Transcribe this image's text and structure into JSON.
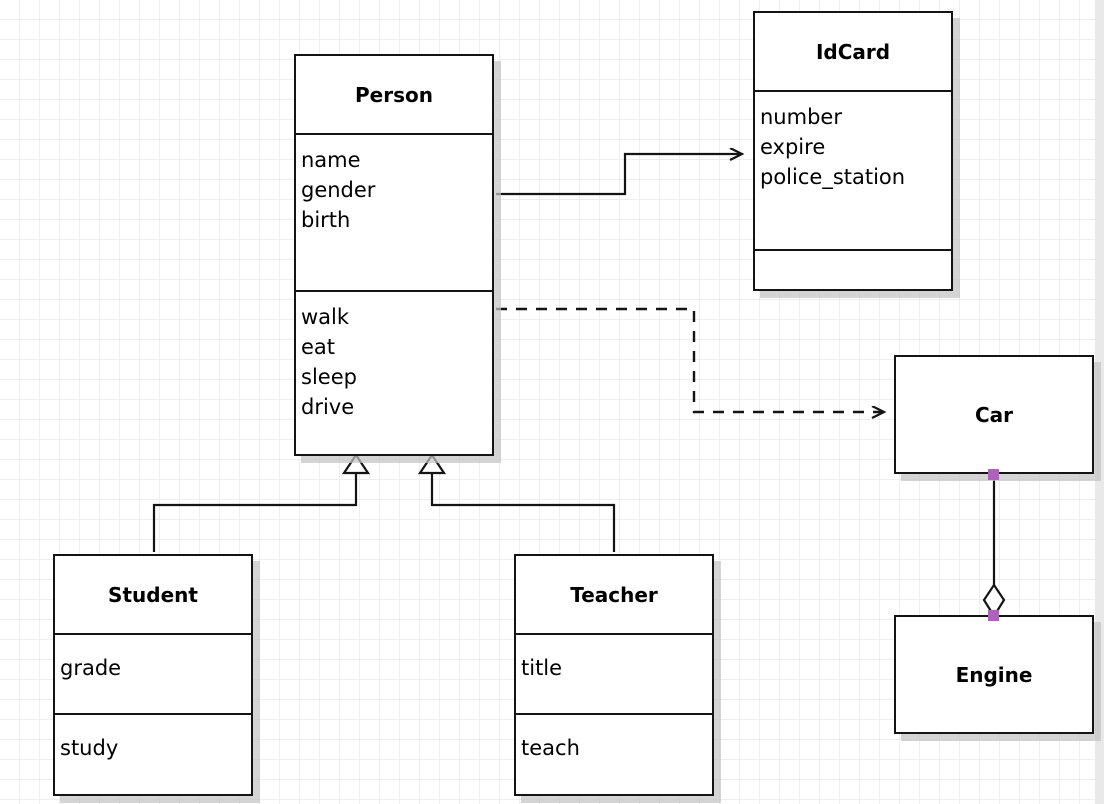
{
  "diagram": {
    "type": "uml-class-diagram",
    "background": "#ffffff",
    "grid_color": "#eceef0",
    "line_color": "#141414",
    "handle_color": "#b061bd"
  },
  "classes": {
    "person": {
      "name": "Person",
      "attributes": [
        "name",
        "gender",
        "birth"
      ],
      "methods": [
        "walk",
        "eat",
        "sleep",
        "drive"
      ]
    },
    "idcard": {
      "name": "IdCard",
      "attributes": [
        "number",
        "expire",
        "police_station"
      ],
      "methods": []
    },
    "student": {
      "name": "Student",
      "attributes": [
        "grade"
      ],
      "methods": [
        "study"
      ]
    },
    "teacher": {
      "name": "Teacher",
      "attributes": [
        "title"
      ],
      "methods": [
        "teach"
      ]
    },
    "car": {
      "name": "Car",
      "attributes": [],
      "methods": []
    },
    "engine": {
      "name": "Engine",
      "attributes": [],
      "methods": []
    }
  },
  "relations": [
    {
      "id": "person-idcard",
      "kind": "association",
      "from": "Person",
      "to": "IdCard",
      "line": "solid",
      "arrowhead": "open"
    },
    {
      "id": "person-car",
      "kind": "dependency",
      "from": "Person",
      "to": "Car",
      "line": "dashed",
      "arrowhead": "open"
    },
    {
      "id": "student-person",
      "kind": "generalization",
      "from": "Student",
      "to": "Person",
      "line": "solid",
      "arrowhead": "hollow-triangle"
    },
    {
      "id": "teacher-person",
      "kind": "generalization",
      "from": "Teacher",
      "to": "Person",
      "line": "solid",
      "arrowhead": "hollow-triangle"
    },
    {
      "id": "car-engine",
      "kind": "aggregation",
      "from": "Car",
      "to": "Engine",
      "line": "solid",
      "arrowhead": "hollow-diamond"
    }
  ]
}
